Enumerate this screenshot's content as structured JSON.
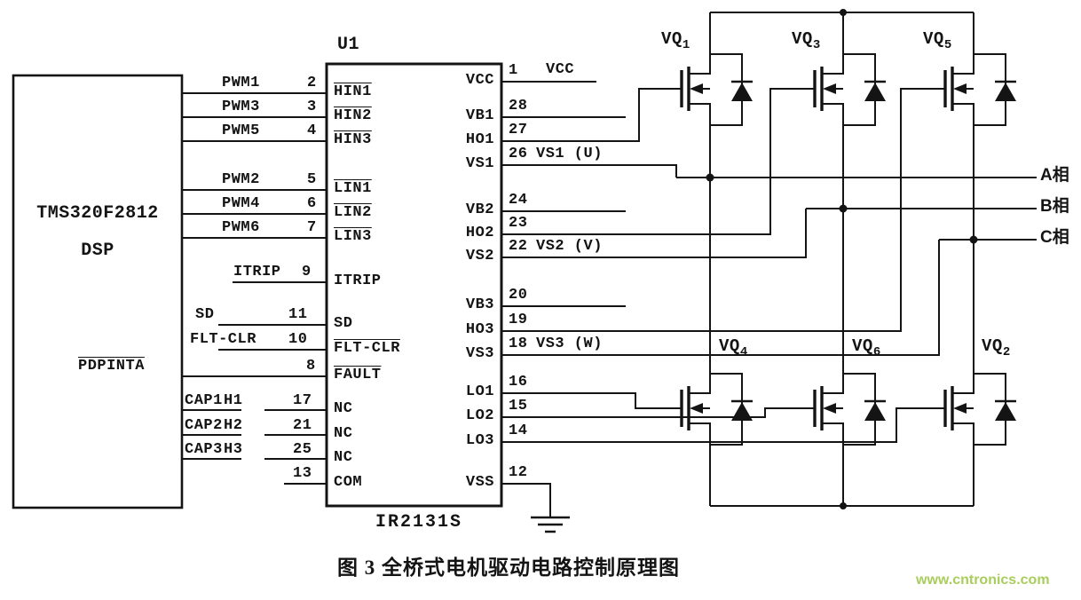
{
  "caption": "图 3  全桥式电机驱动电路控制原理图",
  "watermark": "www.cntronics.com",
  "dsp": {
    "name": "TMS320F2812",
    "type": "DSP"
  },
  "chip": {
    "ref": "U1",
    "part": "IR2131S"
  },
  "left_rows": [
    {
      "signal": "PWM1",
      "pin": "2",
      "pin_name": "HIN1"
    },
    {
      "signal": "PWM3",
      "pin": "3",
      "pin_name": "HIN2"
    },
    {
      "signal": "PWM5",
      "pin": "4",
      "pin_name": "HIN3"
    },
    {
      "signal": "PWM2",
      "pin": "5",
      "pin_name": "LIN1"
    },
    {
      "signal": "PWM4",
      "pin": "6",
      "pin_name": "LIN2"
    },
    {
      "signal": "PWM6",
      "pin": "7",
      "pin_name": "LIN3"
    },
    {
      "signal": "ITRIP",
      "pin": "9",
      "pin_name": "ITRIP"
    },
    {
      "signal": "SD",
      "pin": "11",
      "pin_name": "SD"
    },
    {
      "signal": "FLT-CLR",
      "pin": "10",
      "pin_name": "FLT-CLR"
    },
    {
      "signal": "PDPINTA",
      "pin": "8",
      "pin_name": "FAULT"
    },
    {
      "signal": "CAP1",
      "wire": "H1",
      "pin": "17",
      "pin_name": "NC"
    },
    {
      "signal": "CAP2",
      "wire": "H2",
      "pin": "21",
      "pin_name": "NC"
    },
    {
      "signal": "CAP3",
      "wire": "H3",
      "pin": "25",
      "pin_name": "NC"
    },
    {
      "pin": "13",
      "pin_name": "COM"
    }
  ],
  "right_rows": [
    {
      "pin": "1",
      "pin_name": "VCC",
      "net": "VCC"
    },
    {
      "pin": "28",
      "pin_name": "VB1"
    },
    {
      "pin": "27",
      "pin_name": "HO1"
    },
    {
      "pin": "26",
      "pin_name": "VS1",
      "net": "VS1 (U)"
    },
    {
      "pin": "24",
      "pin_name": "VB2"
    },
    {
      "pin": "23",
      "pin_name": "HO2"
    },
    {
      "pin": "22",
      "pin_name": "VS2",
      "net": "VS2 (V)"
    },
    {
      "pin": "20",
      "pin_name": "VB3"
    },
    {
      "pin": "19",
      "pin_name": "HO3"
    },
    {
      "pin": "18",
      "pin_name": "VS3",
      "net": "VS3 (W)"
    },
    {
      "pin": "16",
      "pin_name": "LO1"
    },
    {
      "pin": "15",
      "pin_name": "LO2"
    },
    {
      "pin": "14",
      "pin_name": "LO3"
    },
    {
      "pin": "12",
      "pin_name": "VSS"
    }
  ],
  "mosfets": [
    {
      "prefix": "VQ",
      "sub": "1"
    },
    {
      "prefix": "VQ",
      "sub": "3"
    },
    {
      "prefix": "VQ",
      "sub": "5"
    },
    {
      "prefix": "VQ",
      "sub": "4"
    },
    {
      "prefix": "VQ",
      "sub": "6"
    },
    {
      "prefix": "VQ",
      "sub": "2"
    }
  ],
  "phases": [
    "A相",
    "B相",
    "C相"
  ]
}
